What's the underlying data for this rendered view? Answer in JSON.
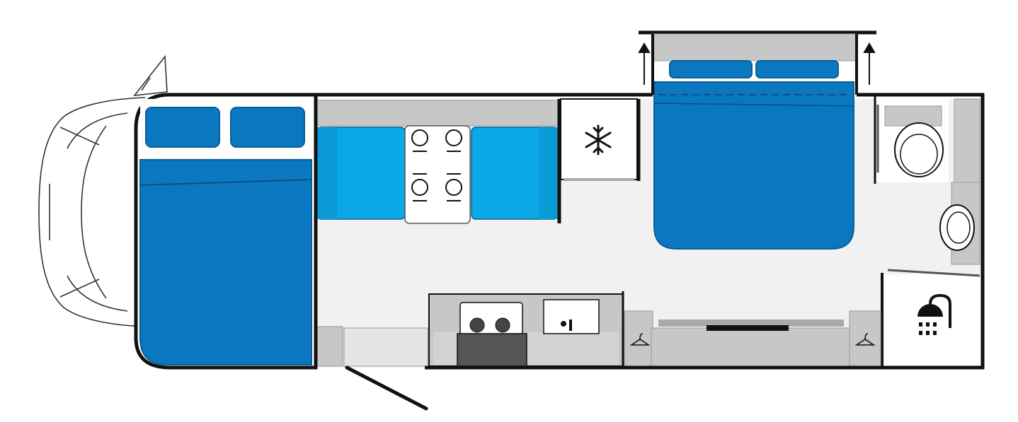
{
  "diagram": {
    "type": "motorhome-floor-plan",
    "colors": {
      "wall": "#111111",
      "floor": "#f1f1f1",
      "cabinet": "#c7c7c7",
      "cabinet_dark": "#a9a9a9",
      "mattress": "#0a78c0",
      "mattress_edge": "#0b5e96",
      "cushion": "#0aa8e6",
      "pillow": "#0a78c0",
      "table": "#ffffff",
      "cab_outline": "#333333",
      "oven": "#555555"
    },
    "zones": [
      "cab",
      "rear-bed",
      "dinette",
      "fridge",
      "side-bed",
      "toilet",
      "basin",
      "shower",
      "kitchen",
      "wardrobe",
      "entry-door"
    ],
    "icons": [
      "snowflake-icon",
      "shower-icon",
      "hanger-icon",
      "hanger-icon",
      "arrow-up-icon",
      "arrow-up-icon",
      "place-setting-icon"
    ]
  }
}
